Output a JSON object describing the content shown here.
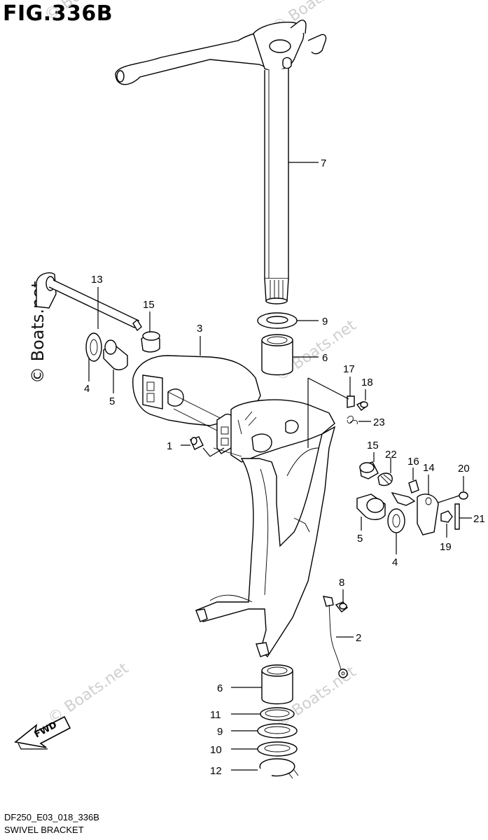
{
  "header": {
    "figure_title": "FIG.336B"
  },
  "footer": {
    "model_code": "DF250_E03_018_336B",
    "diagram_name": "SWIVEL BRACKET"
  },
  "watermarks": {
    "main": "© Boats.net",
    "faded": "© Boats.net"
  },
  "fwd_label": "FWD",
  "callouts": {
    "c1": "1",
    "c2": "2",
    "c3": "3",
    "c4a": "4",
    "c4b": "4",
    "c5a": "5",
    "c5b": "5",
    "c6a": "6",
    "c6b": "6",
    "c7": "7",
    "c8": "8",
    "c9a": "9",
    "c9b": "9",
    "c10": "10",
    "c11": "11",
    "c12": "12",
    "c13": "13",
    "c14": "14",
    "c15a": "15",
    "c15b": "15",
    "c16": "16",
    "c17": "17",
    "c18": "18",
    "c19": "19",
    "c20": "20",
    "c21": "21",
    "c22": "22",
    "c23": "23"
  }
}
